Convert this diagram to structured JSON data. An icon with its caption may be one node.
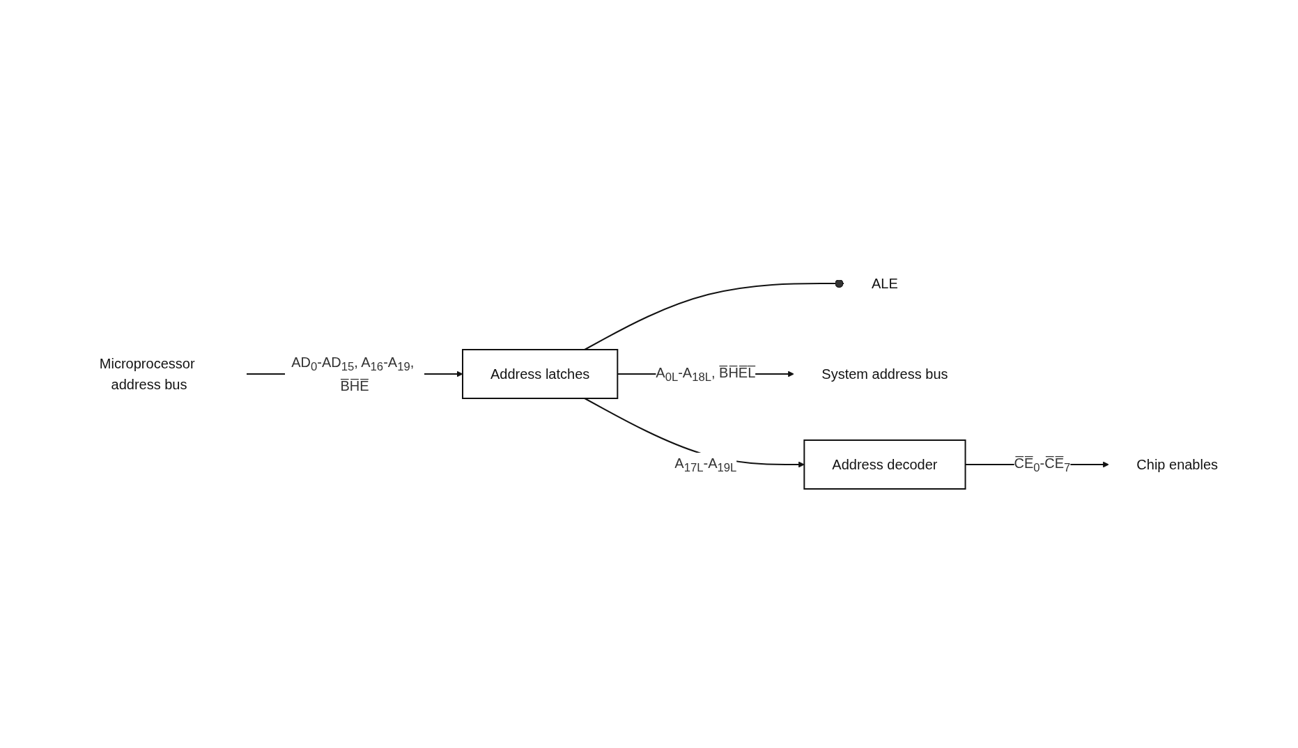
{
  "diagram": {
    "nodes": [
      {
        "text": [
          "Microprocessor address bus"
        ]
      },
      {
        "text": [
          "Address latches"
        ]
      },
      {
        "text": [
          "ALE"
        ]
      },
      {
        "text": [
          "System address bus"
        ]
      },
      {
        "text": [
          "Address decoder"
        ]
      },
      {
        "text": [
          "Chip enables"
        ]
      }
    ],
    "edges": [
      {
        "from": 0,
        "to": 1,
        "arrow": "to",
        "label": "AD$_{0}$-AD$_{15}$, A$_{16}$-A$_{19}$, B̅H̅E̅"
      },
      {
        "from": 1,
        "to": 2,
        "arrow": "other"
      },
      {
        "from": 1,
        "to": 3,
        "arrow": "to",
        "label": "A$_{0L}$-A$_{18L}$, B̅H̅E̅L̅"
      },
      {
        "from": 1,
        "to": 4,
        "arrow": "to",
        "label": "A$_{17L}$-A$_{19L}$"
      },
      {
        "from": 4,
        "to": 5,
        "arrow": "to",
        "label": "C̅E̅$_{0}$-C̅E̅$_{7}$"
      }
    ]
  }
}
